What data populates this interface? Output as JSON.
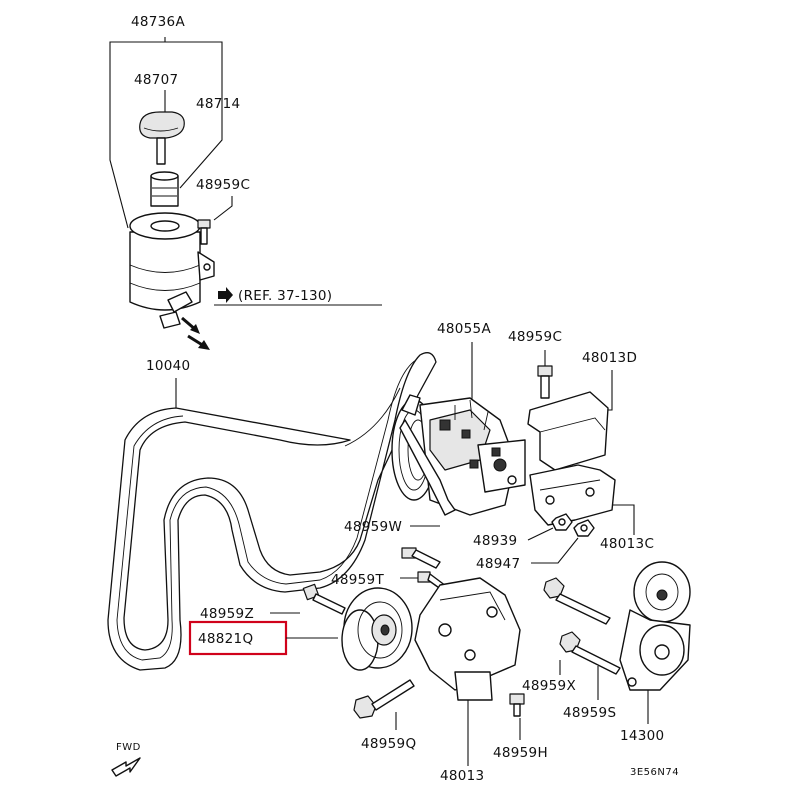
{
  "parts": {
    "reservoir_assy": "48736A",
    "reservoir_cap": "48707",
    "reservoir_strainer": "48714",
    "reservoir_bolt": "48959C",
    "ref_note": "(REF. 37-130)",
    "belt": "10040",
    "pump_assy": "48055A",
    "pump_bracket_bolt": "48959C",
    "pump_bracket_upper": "48013D",
    "bolt_w": "48959W",
    "nut_48939": "48939",
    "nut_48947": "48947",
    "pump_bracket_lower": "48013C",
    "bolt_t": "48959T",
    "bolt_z": "48959Z",
    "idler_pulley": "48821Q",
    "bolt_x": "48959X",
    "bolt_s": "48959S",
    "bolt_q": "48959Q",
    "bolt_h": "48959H",
    "bracket_main": "48013",
    "tensioner": "14300"
  },
  "fwd_label": "FWD",
  "diagram_code": "3E56N74",
  "highlight": {
    "part": "48821Q",
    "color": "#d0021b"
  }
}
